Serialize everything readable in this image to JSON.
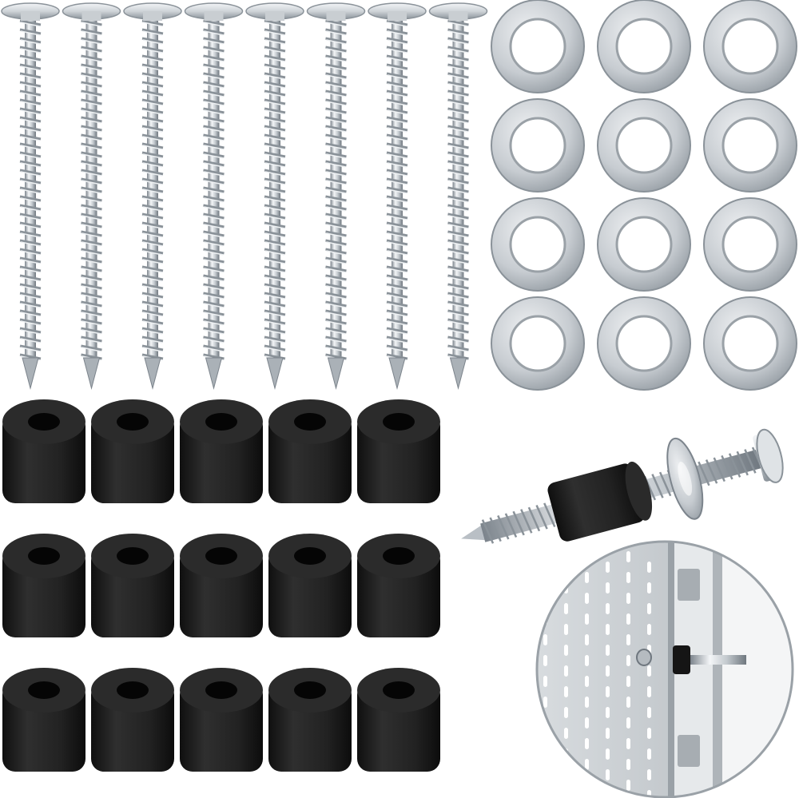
{
  "product": {
    "components": [
      {
        "name": "screw-icon",
        "count": 8
      },
      {
        "name": "washer-icon",
        "count": 12
      },
      {
        "name": "spacer-icon",
        "count": 15
      }
    ],
    "colors": {
      "background": "#ffffff",
      "metal_light": "#e9ecef",
      "metal_mid": "#b9bfc5",
      "metal_dark": "#7c848c",
      "spacer": "#1e1e1e",
      "pegboard": "#d3d7db"
    }
  }
}
